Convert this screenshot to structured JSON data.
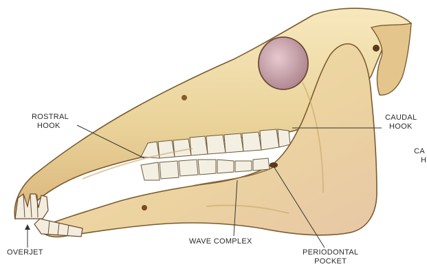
{
  "labels": {
    "rostral_hook": [
      "ROSTRAL",
      "HOOK"
    ],
    "caudal_hook": [
      "CAUDAL",
      "HOOK"
    ],
    "caudal_hook_clipped": [
      "CA",
      "H"
    ],
    "overjet": "OVERJET",
    "wave_complex": "WAVE COMPLEX",
    "periodontal_pocket": [
      "PERIODONTAL",
      "POCKET"
    ]
  },
  "colors": {
    "bone": "#ead39a",
    "bone_light": "#f6e6bf",
    "bone_shadow": "#c9a86a",
    "outline": "#7a5a2e",
    "tooth": "#f2ede2",
    "eye_socket": "#c8a0a8",
    "leader_line": "#333333"
  }
}
